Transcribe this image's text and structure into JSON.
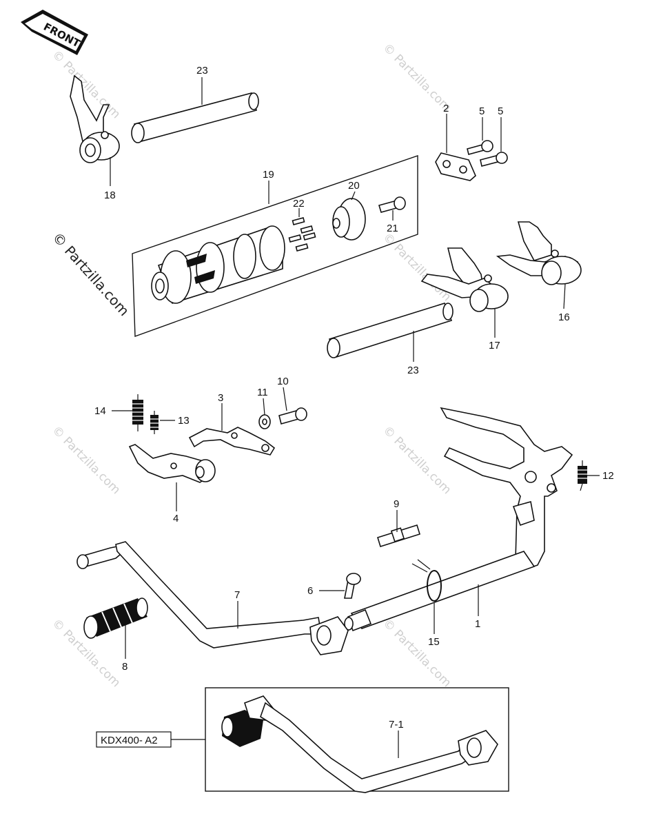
{
  "front_badge": "FRONT",
  "watermark": "© Partzilla.com",
  "side_watermark": "© Partzilla.com",
  "model_box": "KDX400- A2",
  "labels": {
    "l23a": "23",
    "l18": "18",
    "l2": "2",
    "l5a": "5",
    "l5b": "5",
    "l19": "19",
    "l20": "20",
    "l22": "22",
    "l21": "21",
    "l16": "16",
    "l17": "17",
    "l23b": "23",
    "l3": "3",
    "l10": "10",
    "l11": "11",
    "l14": "14",
    "l13": "13",
    "l4": "4",
    "l12": "12",
    "l9": "9",
    "l6": "6",
    "l7": "7",
    "l1": "1",
    "l15": "15",
    "l8": "8",
    "l71": "7-1"
  }
}
